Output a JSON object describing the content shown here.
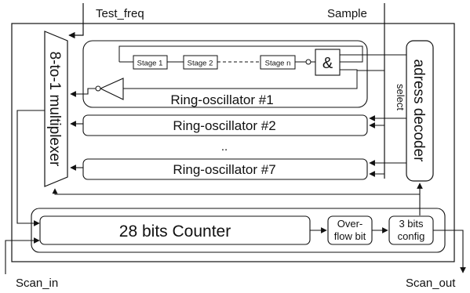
{
  "pins": {
    "test_freq": "Test_freq",
    "sample": "Sample",
    "scan_in": "Scan_in",
    "scan_out": "Scan_out"
  },
  "blocks": {
    "multiplexer": "8-to-1 multiplexer",
    "decoder": "adress decoder",
    "select": "select",
    "counter": "28 bits Counter",
    "overflow_line1": "Over-",
    "overflow_line2": "flow bit",
    "config_line1": "3 bits",
    "config_line2": "config",
    "and_gate": "&",
    "ellipsis": ".."
  },
  "oscillators": [
    {
      "label": "Ring-oscillator #1"
    },
    {
      "label": "Ring-oscillator #2"
    },
    {
      "label": "Ring-oscillator #7"
    }
  ],
  "stages": [
    "Stage 1",
    "Stage 2",
    "Stage n"
  ]
}
